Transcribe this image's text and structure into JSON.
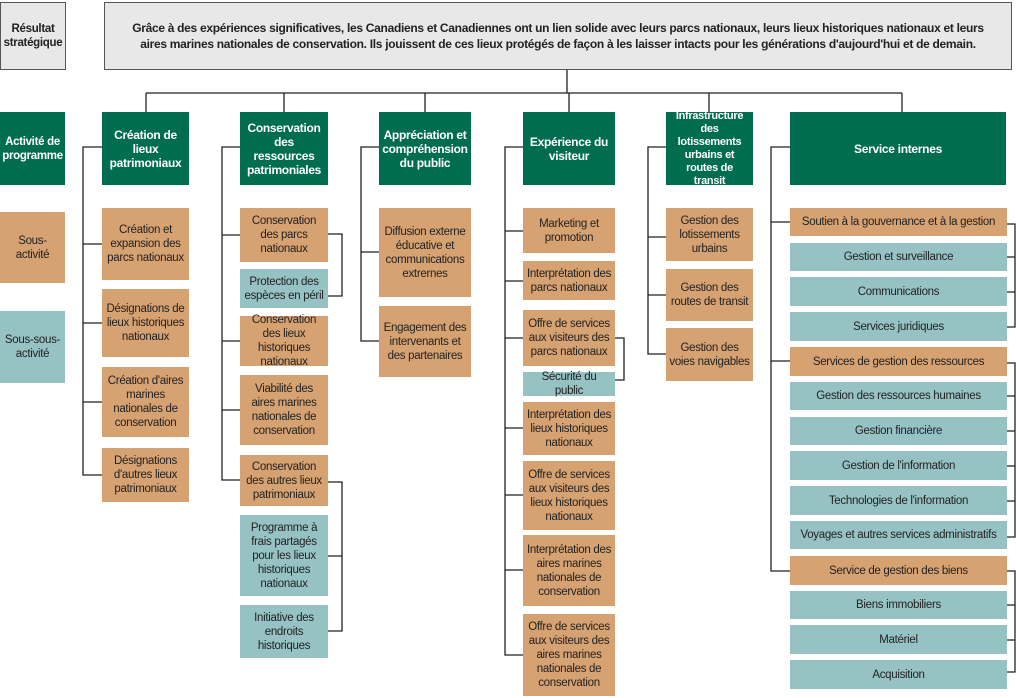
{
  "strategic_outcome": {
    "label": "Résultat stratégique",
    "text": "Grâce à des expériences significatives, les Canadiens et Canadiennes ont un lien solide avec leurs parcs nationaux, leurs lieux historiques nationaux et leurs aires marines nationales de conservation. Ils jouissent de ces lieux protégés de façon à les laisser intacts pour les générations d'aujourd'hui et de demain."
  },
  "legend": {
    "program_activity": "Activité de programme",
    "sub_activity": "Sous-activité",
    "sub_sub_activity": "Sous-sous-activité"
  },
  "colors": {
    "green": "#006c50",
    "tan": "#d6a272",
    "teal": "#96c2c4",
    "gray": "#e8e8e8"
  },
  "columns": [
    {
      "header": "Création de lieux patrimoniaux",
      "items": [
        {
          "label": "Création et expansion des parcs nationaux",
          "type": "sub"
        },
        {
          "label": "Désignations de lieux historiques nationaux",
          "type": "sub"
        },
        {
          "label": "Création d'aires marines nationales de conservation",
          "type": "sub"
        },
        {
          "label": "Désignations d'autres lieux patrimoniaux",
          "type": "sub"
        }
      ]
    },
    {
      "header": "Conservation des ressources patrimoniales",
      "items": [
        {
          "label": "Conservation des parcs nationaux",
          "type": "sub"
        },
        {
          "label": "Protection des espèces en péril",
          "type": "subsub"
        },
        {
          "label": "Conservation des lieux historiques nationaux",
          "type": "sub"
        },
        {
          "label": "Viabilité des aires marines nationales de conservation",
          "type": "sub"
        },
        {
          "label": "Conservation des autres lieux patrimoniaux",
          "type": "sub"
        },
        {
          "label": "Programme à frais partagés pour les lieux historiques nationaux",
          "type": "subsub"
        },
        {
          "label": "Initiative des endroits historiques",
          "type": "subsub"
        }
      ]
    },
    {
      "header": "Appréciation et compréhension du public",
      "items": [
        {
          "label": "Diffusion externe éducative et communications extrernes",
          "type": "sub"
        },
        {
          "label": "Engagement des intervenants et des partenaires",
          "type": "sub"
        }
      ]
    },
    {
      "header": "Expérience du visiteur",
      "items": [
        {
          "label": "Marketing et promotion",
          "type": "sub"
        },
        {
          "label": "Interprétation des parcs nationaux",
          "type": "sub"
        },
        {
          "label": "Offre de services aux visiteurs des parcs nationaux",
          "type": "sub"
        },
        {
          "label": "Sécurité du public",
          "type": "subsub"
        },
        {
          "label": "Interprétation des lieux historiques nationaux",
          "type": "sub"
        },
        {
          "label": "Offre de services aux visiteurs des lieux historiques nationaux",
          "type": "sub"
        },
        {
          "label": "Interprétation des aires marines nationales de conservation",
          "type": "sub"
        },
        {
          "label": "Offre de services aux visiteurs des aires marines nationales de conservation",
          "type": "sub"
        }
      ]
    },
    {
      "header": "Infrastructure des lotissements urbains et routes de transit",
      "items": [
        {
          "label": "Gestion des lotissements urbains",
          "type": "sub"
        },
        {
          "label": "Gestion des routes de transit",
          "type": "sub"
        },
        {
          "label": "Gestion des voies navigables",
          "type": "sub"
        }
      ]
    },
    {
      "header": "Service internes",
      "items": [
        {
          "label": "Soutien à la gouvernance et à la gestion",
          "type": "sub"
        },
        {
          "label": "Gestion et surveillance",
          "type": "subsub"
        },
        {
          "label": "Communications",
          "type": "subsub"
        },
        {
          "label": "Services juridiques",
          "type": "subsub"
        },
        {
          "label": "Services de gestion des ressources",
          "type": "sub"
        },
        {
          "label": "Gestion des ressources humaines",
          "type": "subsub"
        },
        {
          "label": "Gestion financière",
          "type": "subsub"
        },
        {
          "label": "Gestion de l'information",
          "type": "subsub"
        },
        {
          "label": "Technologies de l'information",
          "type": "subsub"
        },
        {
          "label": "Voyages et autres services administratifs",
          "type": "subsub"
        },
        {
          "label": "Service de gestion des biens",
          "type": "sub"
        },
        {
          "label": "Biens immobiliers",
          "type": "subsub"
        },
        {
          "label": "Matériel",
          "type": "subsub"
        },
        {
          "label": "Acquisition",
          "type": "subsub"
        }
      ]
    }
  ]
}
